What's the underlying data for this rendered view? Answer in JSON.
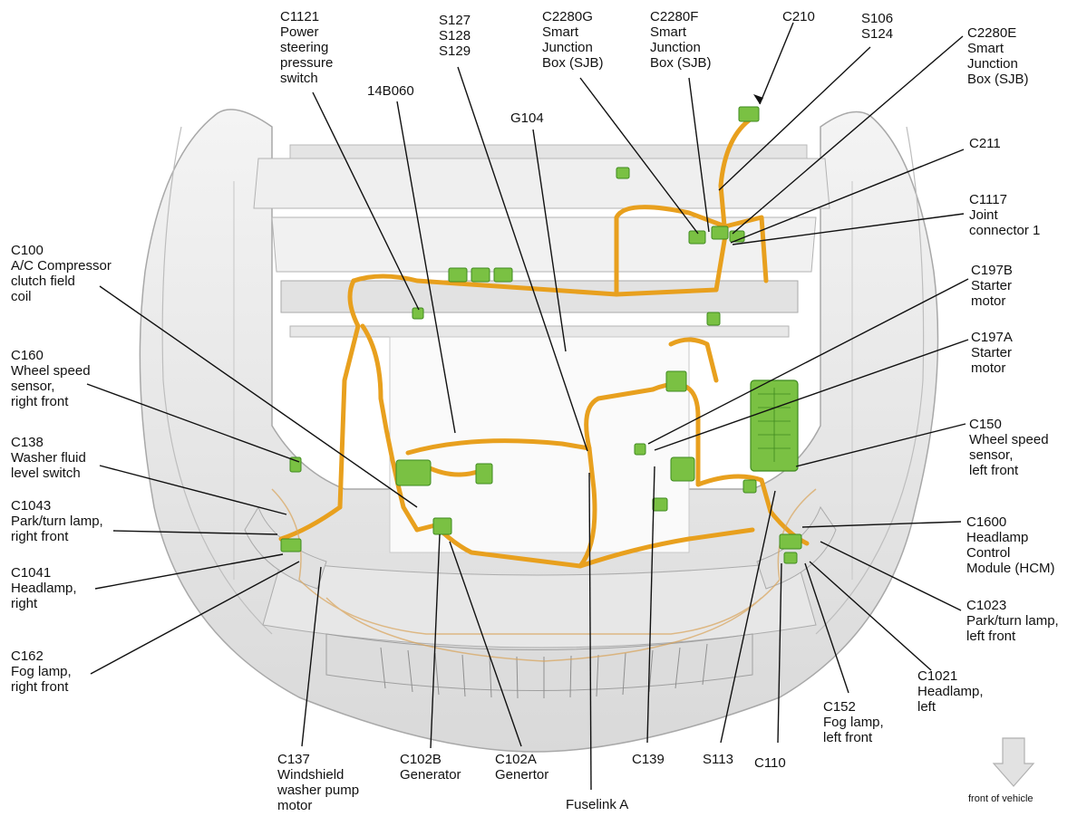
{
  "labels": {
    "c1121": "C1121\nPower\nsteering\npressure\nswitch",
    "l14b060": "14B060",
    "s127": "S127\nS128\nS129",
    "g104": "G104",
    "c2280g": "C2280G\nSmart\nJunction\nBox (SJB)",
    "c2280f": "C2280F\nSmart\nJunction\nBox (SJB)",
    "c210": "C210",
    "s106": "S106\nS124",
    "c2280e": "C2280E\nSmart\nJunction\nBox (SJB)",
    "c211": "C211",
    "c1117": "C1117\nJoint\nconnector 1",
    "c100": "C100\nA/C Compressor\nclutch field\ncoil",
    "c197b": "C197B\nStarter\nmotor",
    "c197a": "C197A\nStarter\nmotor",
    "c160": "C160\nWheel speed\nsensor,\nright front",
    "c138": "C138\nWasher fluid\nlevel switch",
    "c150": "C150\nWheel speed\nsensor,\nleft front",
    "c1043": "C1043\nPark/turn lamp,\nright front",
    "c1600": "C1600\nHeadlamp\nControl\nModule (HCM)",
    "c1041": "C1041\nHeadlamp,\nright",
    "c1023": "C1023\nPark/turn lamp,\nleft front",
    "c162": "C162\nFog lamp,\nright front",
    "c1021": "C1021\nHeadlamp,\nleft",
    "c152": "C152\nFog lamp,\nleft front",
    "c137": "C137\nWindshield\nwasher pump\nmotor",
    "c102b": "C102B\nGenerator",
    "c102a": "C102A\nGenertor",
    "c139": "C139",
    "s113": "S113",
    "c110": "C110",
    "fuselink": "Fuselink A",
    "front_of_vehicle": "front of vehicle"
  },
  "colors": {
    "harness": "#e8a01e",
    "harness_dark": "#b87810",
    "connector": "#7ac143",
    "connector_dark": "#3f8a1f",
    "body_line": "#a8a8a8",
    "body_fill": "#ececec",
    "leader": "#111111"
  }
}
